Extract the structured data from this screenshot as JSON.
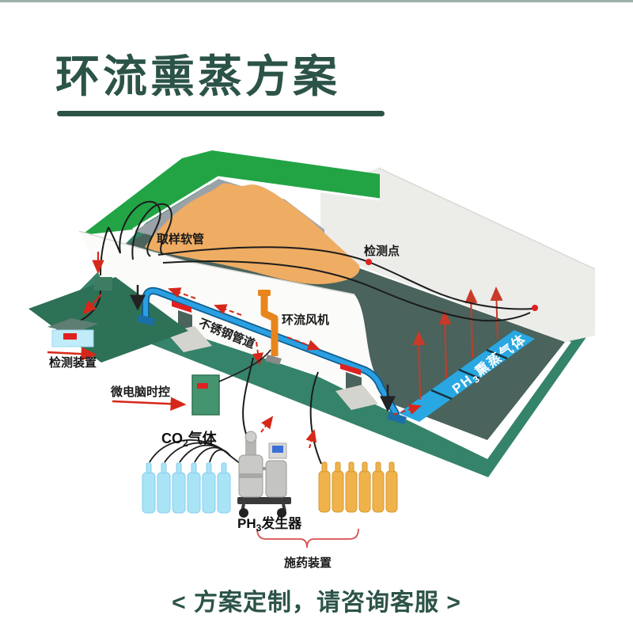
{
  "page": {
    "title": "环流熏蒸方案",
    "footer": "< 方案定制，请咨询客服 >"
  },
  "diagram": {
    "labels": {
      "sampling_hose": "取样软管",
      "detection_point": "检测点",
      "detection_device": "检测装置",
      "microcomputer_timer": "微电脑时控",
      "circulation_fan": "环流风机",
      "stainless_pipe": "不锈钢管道",
      "dosing_device": "施药装置",
      "co2_gas": {
        "pre": "CO",
        "sub": "2",
        "post": "气体"
      },
      "ph3_gas": {
        "pre": "PH",
        "sub": "3",
        "post": "熏蒸气体"
      },
      "ph3_generator": {
        "pre": "PH",
        "sub": "3",
        "post": "发生器"
      }
    },
    "colors": {
      "title_green": "#2c5348",
      "roof_green": "#22a445",
      "platform_green": "#35836a",
      "dock_green": "#2d7157",
      "floor_slate": "#4a635c",
      "gable_gray": "#9aa2a8",
      "grain_orange": "#efac63",
      "pipe_blue": "#2aa0e2",
      "duct_strip_blue": "#29a7e2",
      "fan_duct_orange": "#e8851c",
      "arrow_red": "#d6281a",
      "bracket_red": "#d94f4f",
      "co2_cylinder_blue": "#a9e3f6",
      "ph3_cylinder_orange": "#f0b24a",
      "cabinet_green": "#43946f",
      "device_box_blue": "#c2ebf9"
    }
  }
}
